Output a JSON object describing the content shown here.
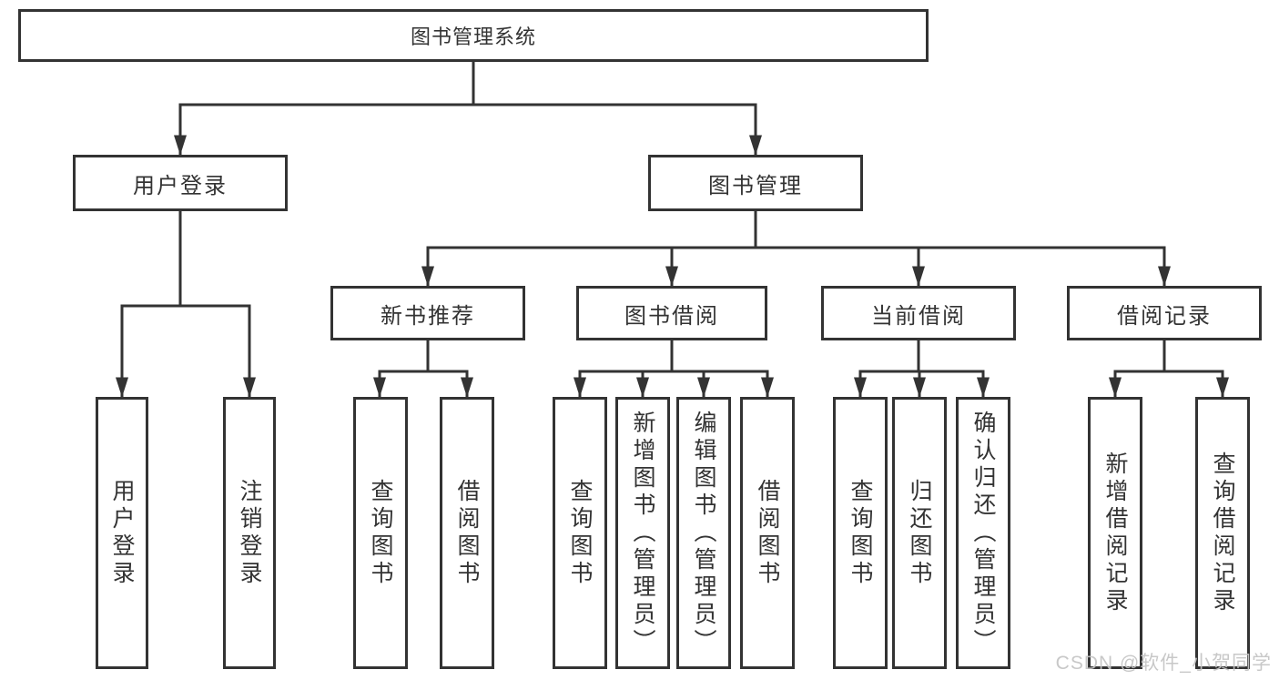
{
  "diagram": {
    "type": "hierarchy-tree",
    "colors": {
      "line": "#333333",
      "text": "#333333",
      "background": "#ffffff",
      "watermark": "#c4c4c4"
    },
    "nodes": {
      "root": {
        "label": "图书管理系统"
      },
      "level2": [
        {
          "label": "用户登录"
        },
        {
          "label": "图书管理"
        }
      ],
      "level3": [
        {
          "label": "新书推荐",
          "parent": "图书管理"
        },
        {
          "label": "图书借阅",
          "parent": "图书管理"
        },
        {
          "label": "当前借阅",
          "parent": "图书管理"
        },
        {
          "label": "借阅记录",
          "parent": "图书管理"
        }
      ],
      "leaves": [
        {
          "label": "用户登录",
          "parent": "用户登录"
        },
        {
          "label": "注销登录",
          "parent": "用户登录"
        },
        {
          "label": "查询图书",
          "parent": "新书推荐"
        },
        {
          "label": "借阅图书",
          "parent": "新书推荐"
        },
        {
          "label": "查询图书",
          "parent": "图书借阅"
        },
        {
          "label": "新增图书（管理员）",
          "parent": "图书借阅"
        },
        {
          "label": "编辑图书（管理员）",
          "parent": "图书借阅"
        },
        {
          "label": "借阅图书",
          "parent": "图书借阅"
        },
        {
          "label": "查询图书",
          "parent": "当前借阅"
        },
        {
          "label": "归还图书",
          "parent": "当前借阅"
        },
        {
          "label": "确认归还（管理员）",
          "parent": "当前借阅"
        },
        {
          "label": "新增借阅记录",
          "parent": "借阅记录"
        },
        {
          "label": "查询借阅记录",
          "parent": "借阅记录"
        }
      ]
    }
  },
  "watermark": {
    "text": "CSDN @软件_小贺同学"
  }
}
